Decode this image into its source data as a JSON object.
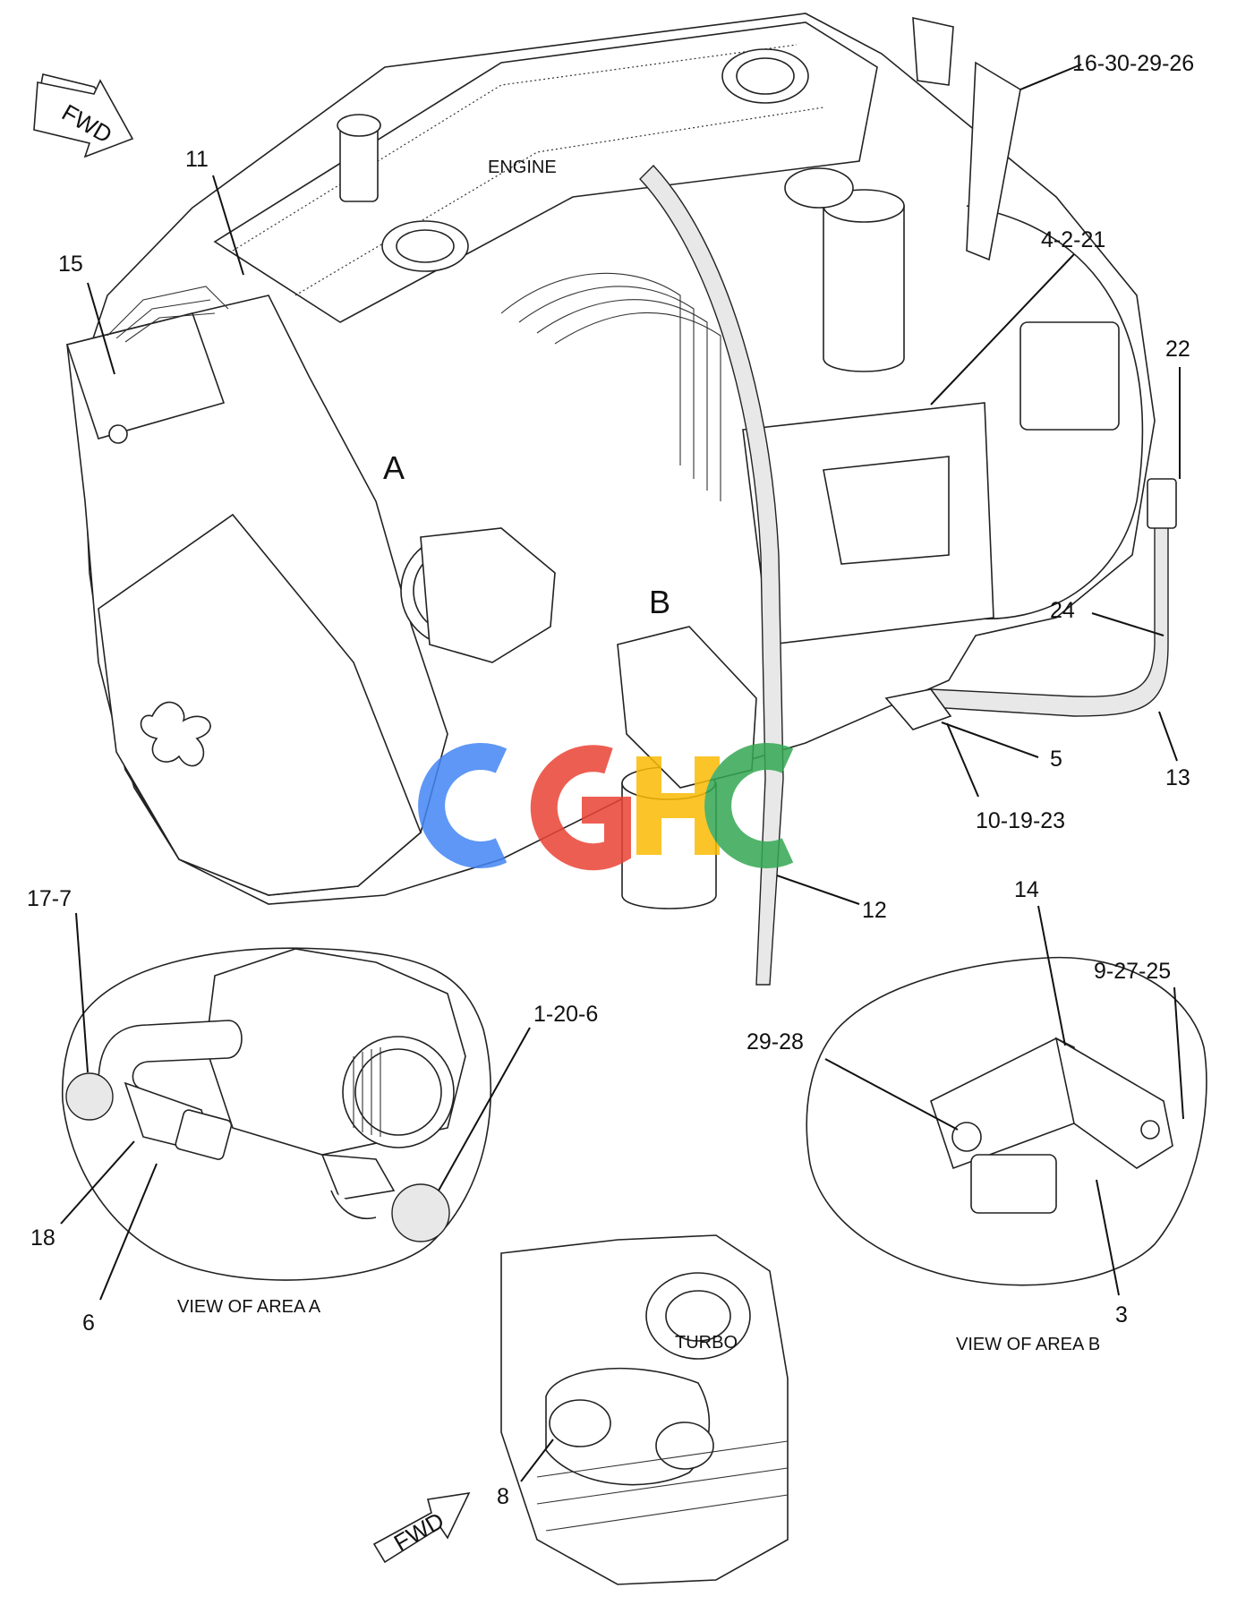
{
  "directions": {
    "fwd_top": "FWD",
    "fwd_bottom": "FWD"
  },
  "components": {
    "engine": "ENGINE",
    "turbo": "TURBO"
  },
  "views": {
    "marker_a": "A",
    "marker_b": "B",
    "caption_a": "VIEW OF AREA  A",
    "caption_b": "VIEW OF AREA  B"
  },
  "watermark": {
    "text": "CGHC",
    "colors": [
      "#4285f4",
      "#ea4335",
      "#fbbc05",
      "#34a853"
    ]
  },
  "callouts": {
    "c_16_30_29_26": "16-30-29-26",
    "c_11": "11",
    "c_15": "15",
    "c_4_2_21": "4-2-21",
    "c_22": "22",
    "c_24": "24",
    "c_5": "5",
    "c_13": "13",
    "c_10_19_23": "10-19-23",
    "c_12": "12",
    "c_17_7": "17-7",
    "c_14": "14",
    "c_9_27_25": "9-27-25",
    "c_1_20_6": "1-20-6",
    "c_29_28": "29-28",
    "c_18": "18",
    "c_6": "6",
    "c_3": "3",
    "c_8": "8"
  }
}
